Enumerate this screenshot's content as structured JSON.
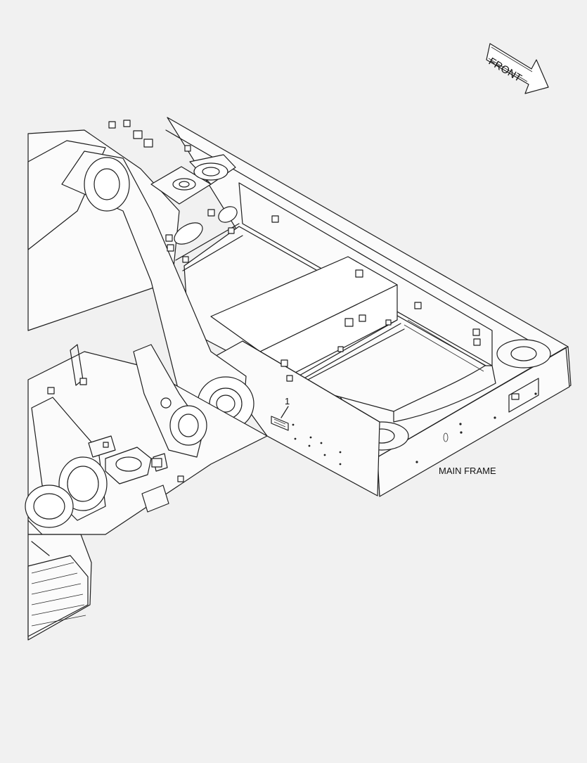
{
  "drawing": {
    "direction_label": "FRONT",
    "assembly_label": "MAIN FRAME",
    "callouts": [
      {
        "number": "1",
        "part": "decal"
      }
    ]
  },
  "icons": {
    "direction": "front-arrow-icon"
  },
  "colors": {
    "background": "#f1f1f1",
    "line": "#1e1e1e",
    "part_fill": "#fbfbfb"
  }
}
